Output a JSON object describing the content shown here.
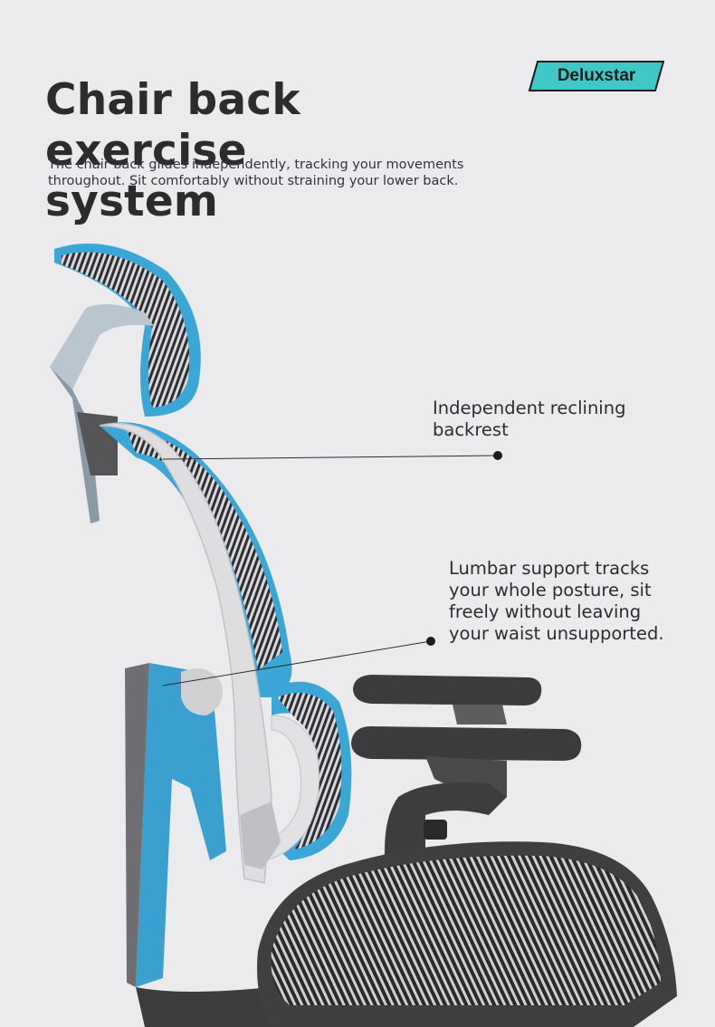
{
  "header": {
    "title_lines": [
      "Chair back exercise",
      "system"
    ],
    "subtitle_lines": [
      "The chair back glides independently, tracking your movements",
      "throughout. Sit comfortably without straining your lower back."
    ]
  },
  "brand": {
    "name": "Deluxstar",
    "badge_color": "#3ec8c8"
  },
  "callouts": [
    {
      "lines": [
        "Independent reclining",
        "backrest"
      ]
    },
    {
      "lines": [
        "Lumbar support tracks",
        "your whole posture, sit",
        "freely without leaving",
        "your waist unsupported."
      ]
    }
  ],
  "colors": {
    "background": "#ebebee",
    "mesh_accent": "#3aa7d6",
    "frame": "#d9d9d9",
    "dark_plastic": "#3a3a3c"
  }
}
